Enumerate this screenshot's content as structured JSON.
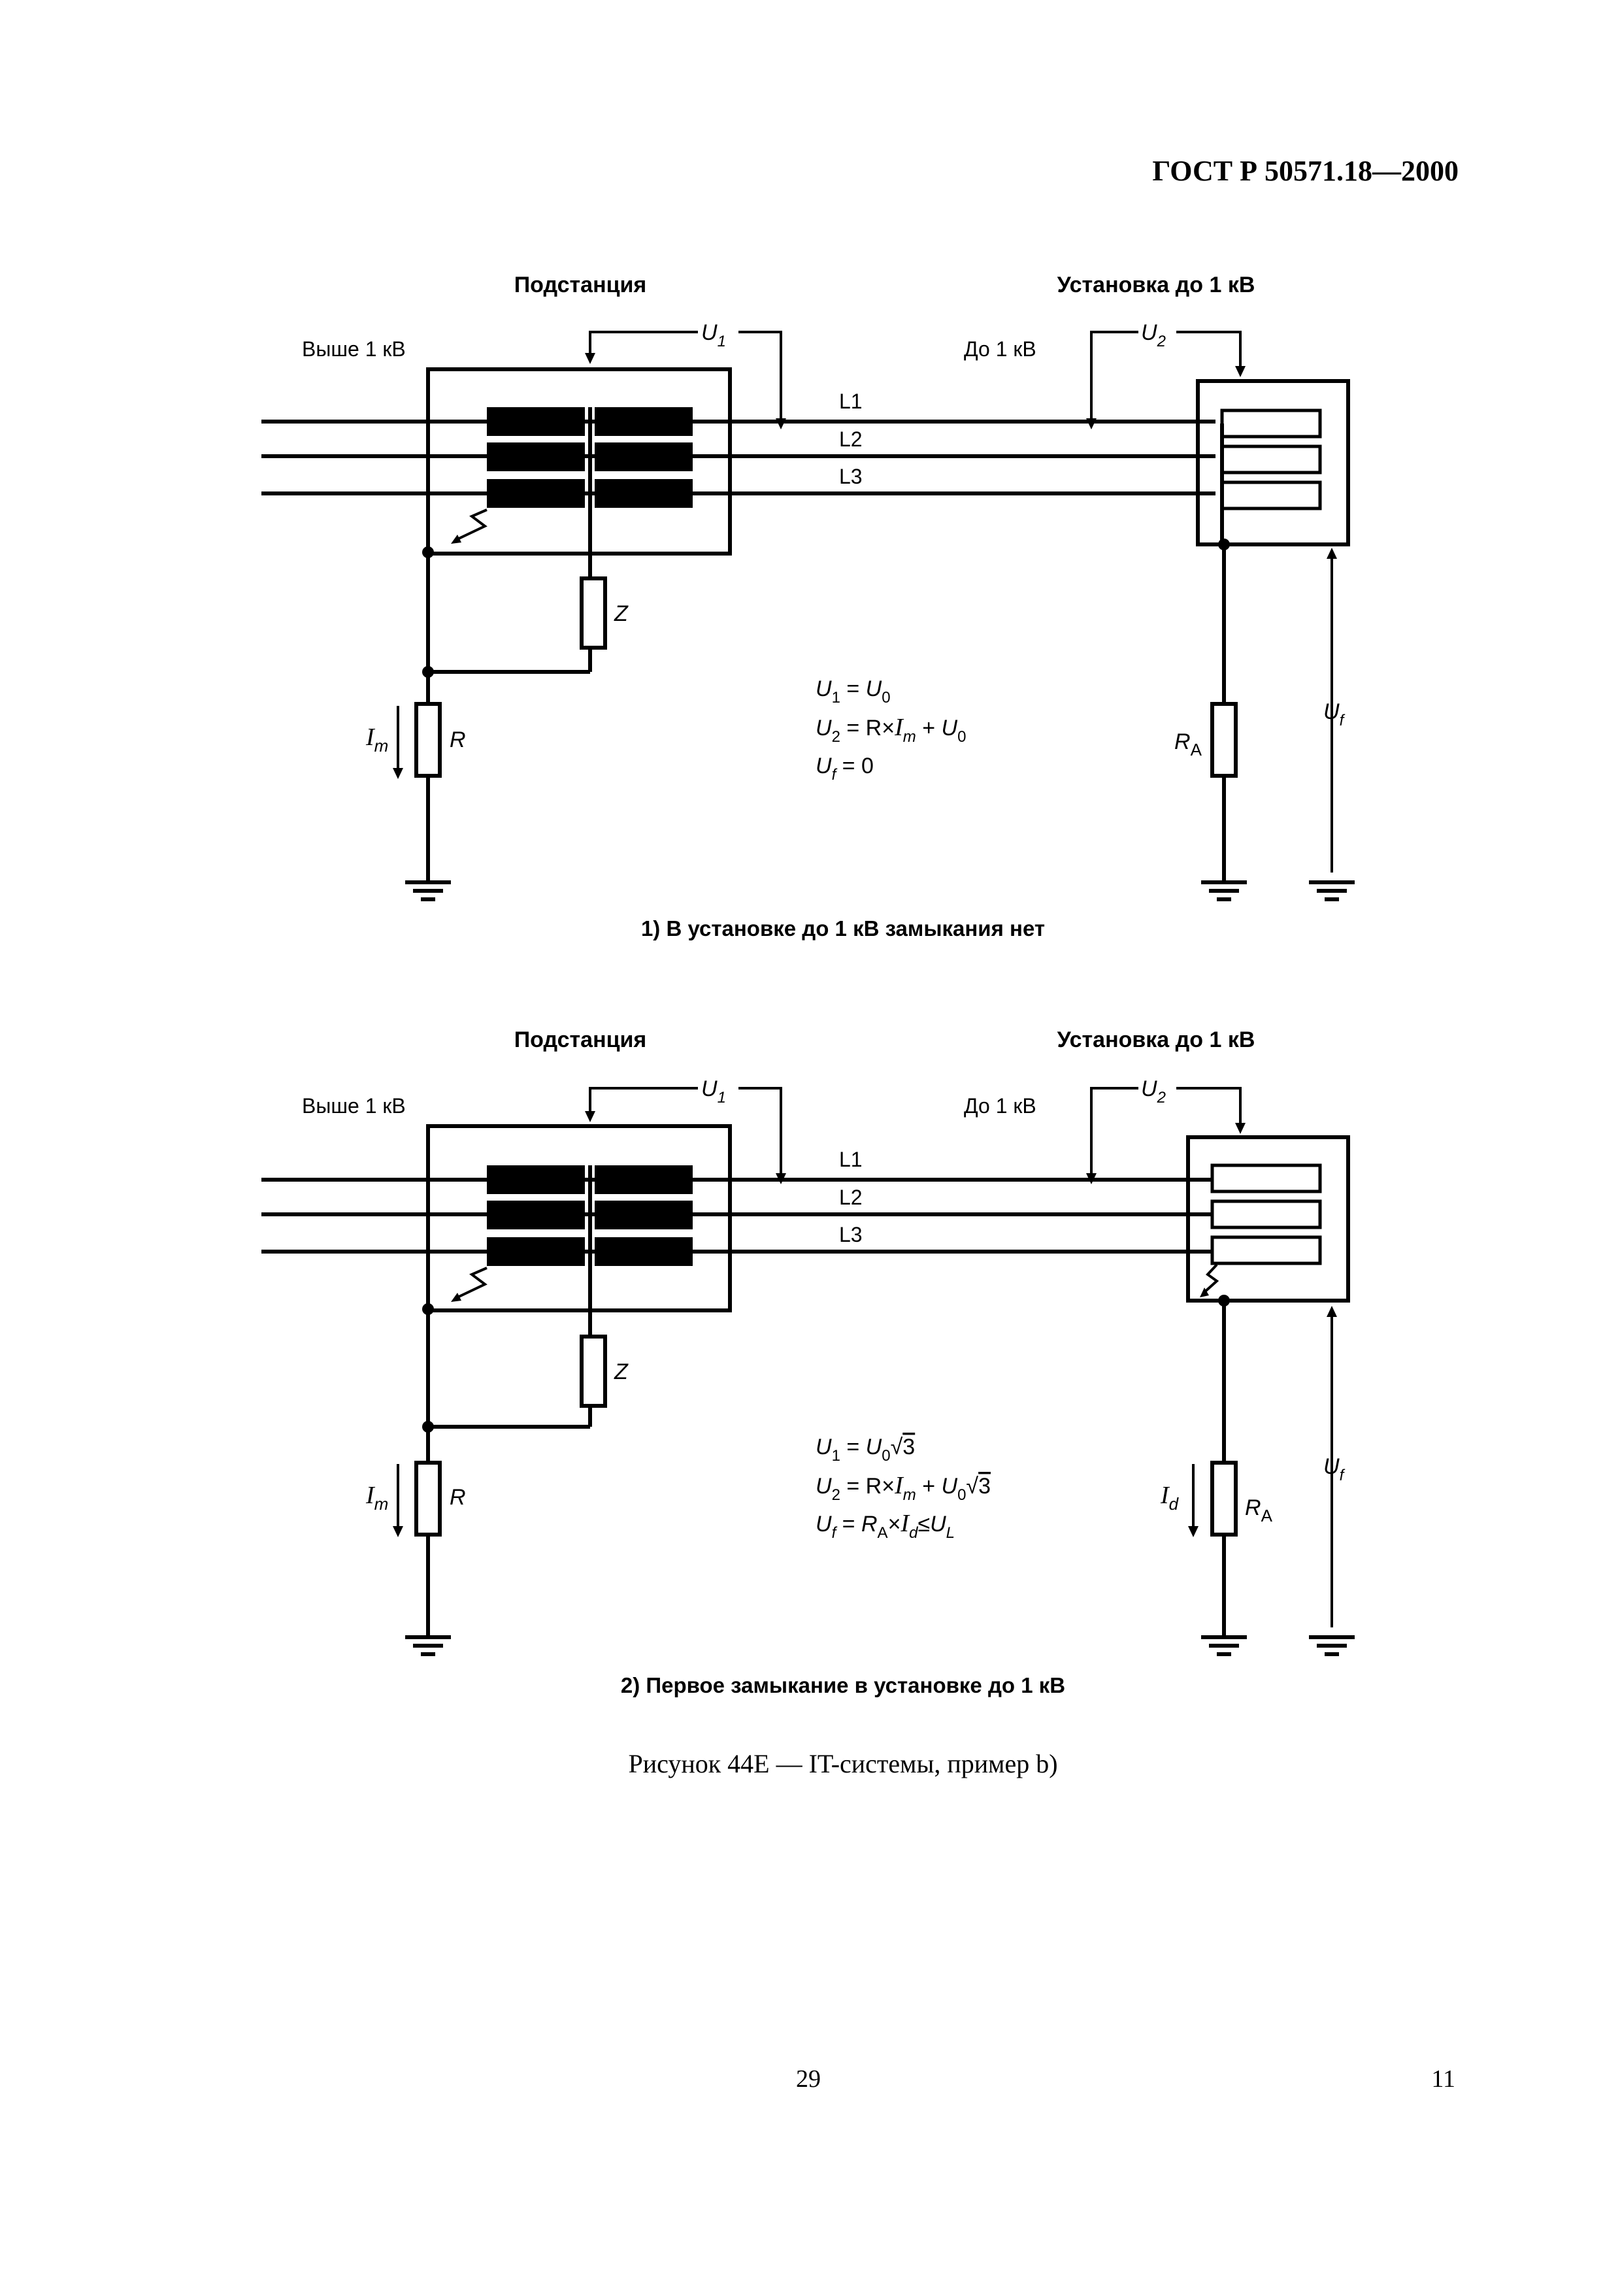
{
  "header": {
    "standard_id": "ГОСТ Р 50571.18—2000"
  },
  "diagrams": [
    {
      "substation_label": "Подстанция",
      "installation_label": "Установка до 1 кВ",
      "above_1kv_label": "Выше 1 кВ",
      "up_to_1kv_label": "До 1 кВ",
      "u1": {
        "sym": "U",
        "sub": "1"
      },
      "u2": {
        "sym": "U",
        "sub": "2"
      },
      "lines": [
        "L1",
        "L2",
        "L3"
      ],
      "z_label": "Z",
      "r_label": "R",
      "im": {
        "sym": "I",
        "sub": "m"
      },
      "ra": {
        "sym": "R",
        "sub": "A"
      },
      "uf": {
        "sym": "U",
        "sub": "f"
      },
      "equations": {
        "eq1": {
          "a": "U",
          "a_sub": "1",
          "rest": " = ",
          "b": "U",
          "b_sub": "0"
        },
        "eq2": {
          "a": "U",
          "a_sub": "2",
          "r": " = R×",
          "i": "I",
          "i_sub": "m",
          "plus": " + ",
          "b": "U",
          "b_sub": "0"
        },
        "eq3": {
          "a": "U",
          "a_sub": "f",
          "rest": " = 0"
        }
      },
      "caption": "1) В установке до 1 кВ замыкания нет"
    },
    {
      "substation_label": "Подстанция",
      "installation_label": "Установка до 1 кВ",
      "above_1kv_label": "Выше 1 кВ",
      "up_to_1kv_label": "До 1 кВ",
      "u1": {
        "sym": "U",
        "sub": "1"
      },
      "u2": {
        "sym": "U",
        "sub": "2"
      },
      "lines": [
        "L1",
        "L2",
        "L3"
      ],
      "z_label": "Z",
      "r_label": "R",
      "im": {
        "sym": "I",
        "sub": "m"
      },
      "id": {
        "sym": "I",
        "sub": "d"
      },
      "ra": {
        "sym": "R",
        "sub": "A"
      },
      "uf": {
        "sym": "U",
        "sub": "f"
      },
      "equations": {
        "eq1": {
          "a": "U",
          "a_sub": "1",
          "rest": " = ",
          "b": "U",
          "b_sub": "0",
          "root": "3"
        },
        "eq2": {
          "a": "U",
          "a_sub": "2",
          "r": " = R×",
          "i": "I",
          "i_sub": "m",
          "plus": " + ",
          "b": "U",
          "b_sub": "0",
          "root": "3"
        },
        "eq3": {
          "a": "U",
          "a_sub": "f",
          "eq": " = ",
          "ra": "R",
          "ra_sub": "A",
          "x": "×",
          "id": "I",
          "id_sub": "d",
          "le": "≤",
          "ul": "U",
          "ul_sub": "L"
        }
      },
      "caption": "2) Первое замыкание в установке до 1 кВ"
    }
  ],
  "figure_caption": "Рисунок 44Е — IT-системы, пример b)",
  "footer": {
    "page_center": "29",
    "page_right": "11"
  }
}
